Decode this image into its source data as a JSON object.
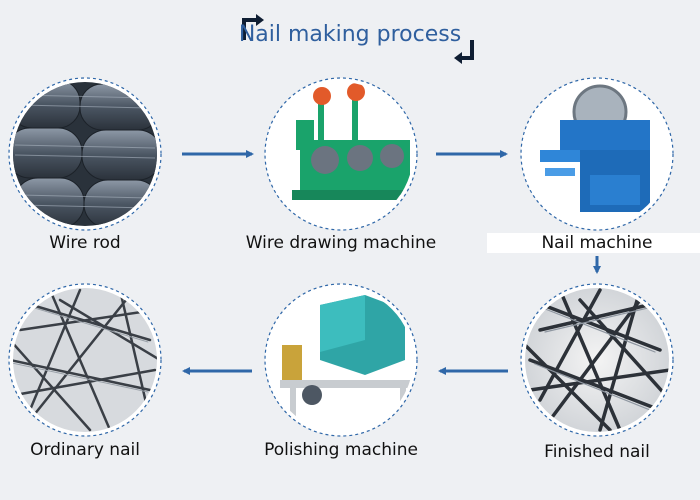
{
  "title": "Nail making process",
  "accent_color": "#2f67a8",
  "steps": [
    {
      "label": "Wire rod",
      "icon": "wire-rod-coils-image"
    },
    {
      "label": "Wire drawing machine",
      "icon": "wire-drawing-machine-image"
    },
    {
      "label": "Nail machine",
      "icon": "nail-machine-image"
    },
    {
      "label": "Finished nail",
      "icon": "finished-nail-image"
    },
    {
      "label": "Polishing machine",
      "icon": "polishing-machine-image"
    },
    {
      "label": "Ordinary nail",
      "icon": "ordinary-nail-image"
    }
  ]
}
